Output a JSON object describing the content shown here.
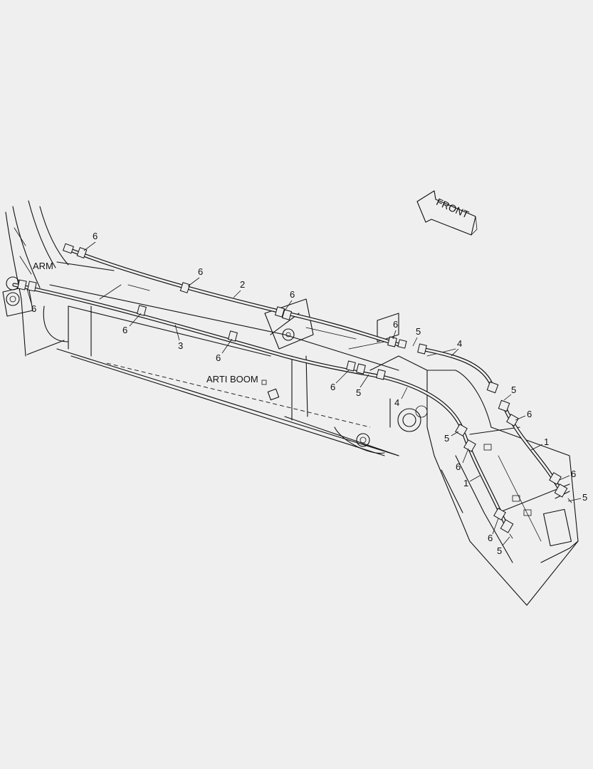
{
  "labels": {
    "front": "FRONT",
    "arm": "ARM",
    "arti_boom": "ARTI BOOM"
  },
  "callouts": [
    {
      "id": "c6a",
      "text": "6"
    },
    {
      "id": "c6b",
      "text": "6"
    },
    {
      "id": "c6c",
      "text": "6"
    },
    {
      "id": "c6d",
      "text": "6"
    },
    {
      "id": "c6e",
      "text": "6"
    },
    {
      "id": "c6f",
      "text": "6"
    },
    {
      "id": "c6g",
      "text": "6"
    },
    {
      "id": "c6h",
      "text": "6"
    },
    {
      "id": "c6i",
      "text": "6"
    },
    {
      "id": "c6j",
      "text": "6"
    },
    {
      "id": "c6k",
      "text": "6"
    },
    {
      "id": "c6l",
      "text": "6"
    },
    {
      "id": "c2",
      "text": "2"
    },
    {
      "id": "c3",
      "text": "3"
    },
    {
      "id": "c4a",
      "text": "4"
    },
    {
      "id": "c4b",
      "text": "4"
    },
    {
      "id": "c5a",
      "text": "5"
    },
    {
      "id": "c5b",
      "text": "5"
    },
    {
      "id": "c5c",
      "text": "5"
    },
    {
      "id": "c5d",
      "text": "5"
    },
    {
      "id": "c5e",
      "text": "5"
    },
    {
      "id": "c5f",
      "text": "5"
    },
    {
      "id": "c1a",
      "text": "1"
    },
    {
      "id": "c1b",
      "text": "1"
    }
  ]
}
